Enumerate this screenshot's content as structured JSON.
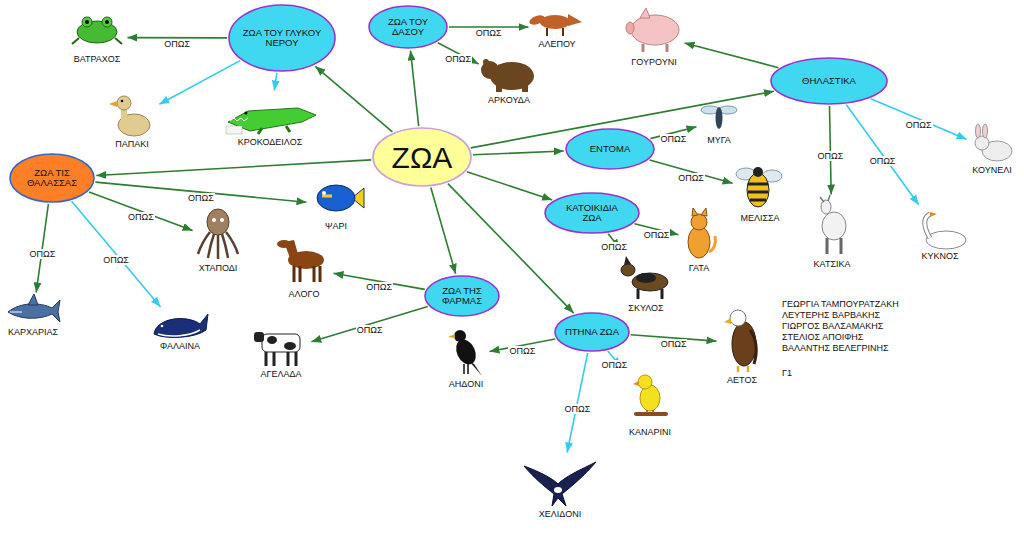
{
  "diagram": {
    "nodes": [
      {
        "text": [
          "ΖΩΑ ΤΟΥ ΓΛΥΚΟΥ ΝΕΡΟΥ"
        ]
      },
      {
        "text": [
          "ΖΩΑ ΤΟΥ ΔΑΣΟΥ"
        ]
      },
      {
        "text": [
          "ΑΛΕΠΟΥ"
        ]
      },
      {
        "text": [
          "ΓΟΥΡΟΥΝΙ"
        ]
      },
      {
        "text": [
          "ΒΑΤΡΑΧΟΣ"
        ]
      },
      {
        "text": [
          "ΘΗΛΑΣΤΙΚΑ"
        ]
      },
      {
        "text": [
          "ΑΡΚΟΥΔΑ"
        ]
      },
      {
        "text": [
          "ΠΑΠΑΚΙ"
        ]
      },
      {
        "text": [
          "ΚΡΟΚΟΔΕΙΛΟΣ"
        ]
      },
      {
        "text": [
          "ΜΥΓΑ"
        ]
      },
      {
        "text": [
          "ΚΟΥΝΕΛΙ"
        ]
      },
      {
        "text": [
          "ΕΝΤΟΜΑ"
        ]
      },
      {
        "text": [
          "ΖΩΑ"
        ]
      },
      {
        "text": [
          "ΖΩΑ ΤΙΣ ΘΑΛΑΣΣΑΣ"
        ]
      },
      {
        "text": [
          "ΨΑΡΙ"
        ]
      },
      {
        "text": [
          "ΚΑΤΟΙΚΙΔΙΑ ΖΩΑ"
        ]
      },
      {
        "text": [
          "ΜΕΛΙΣΣΑ"
        ]
      },
      {
        "text": [
          "ΧΤΑΠΟΔΙ"
        ]
      },
      {
        "text": [
          "ΑΛΟΓΟ"
        ]
      },
      {
        "text": [
          "ΓΑΤΑ"
        ]
      },
      {
        "text": [
          "ΚΑΤΣΙΚΑ"
        ]
      },
      {
        "text": [
          "ΚΥΚΝΟΣ"
        ]
      },
      {
        "text": [
          "ΖΩΑ ΤΗΣ ΦΑΡΜΑΣ"
        ]
      },
      {
        "text": [
          "ΣΚΥΛΟΣ"
        ]
      },
      {
        "text": [
          "ΚΑΡΧΑΡΙΑΣ"
        ]
      },
      {
        "text": [
          "ΠΤΗΝΑ ΖΩΑ"
        ]
      },
      {
        "text": [
          "ΦΑΛΑΙΝΑ"
        ]
      },
      {
        "text": [
          "ΑΕΤΟΣ"
        ]
      },
      {
        "text": [
          "ΑΓΕΛΑΔΑ"
        ]
      },
      {
        "text": [
          "ΑΗΔΟΝΙ"
        ]
      },
      {
        "text": [
          "ΚΑΝΑΡΙΝΙ"
        ]
      },
      {
        "text": [
          "ΧΕΛΙΔΟΝΙ"
        ]
      }
    ],
    "edges": [
      {
        "from": 12,
        "to": 0,
        "arrow": "to"
      },
      {
        "from": 12,
        "to": 1,
        "arrow": "to"
      },
      {
        "from": 12,
        "to": 5,
        "arrow": "to"
      },
      {
        "from": 12,
        "to": 11,
        "arrow": "to"
      },
      {
        "from": 12,
        "to": 13,
        "arrow": "to"
      },
      {
        "from": 12,
        "to": 15,
        "arrow": "to"
      },
      {
        "from": 12,
        "to": 22,
        "arrow": "to"
      },
      {
        "from": 12,
        "to": 25,
        "arrow": "to"
      },
      {
        "from": 0,
        "to": 4,
        "label": "ΟΠΩΣ",
        "arrow": "to"
      },
      {
        "from": 0,
        "to": 7,
        "arrow": "to"
      },
      {
        "from": 0,
        "to": 8,
        "arrow": "to"
      },
      {
        "from": 1,
        "to": 2,
        "label": "ΟΠΩΣ",
        "arrow": "to"
      },
      {
        "from": 1,
        "to": 6,
        "label": "ΟΠΩΣ",
        "arrow": "to"
      },
      {
        "from": 5,
        "to": 3,
        "arrow": "to"
      },
      {
        "from": 5,
        "to": 20,
        "label": "ΟΠΩΣ",
        "arrow": "to"
      },
      {
        "from": 5,
        "to": 21,
        "label": "ΟΠΩΣ",
        "arrow": "to"
      },
      {
        "from": 5,
        "to": 10,
        "label": "ΟΠΩΣ",
        "arrow": "to"
      },
      {
        "from": 11,
        "to": 9,
        "label": "ΟΠΩΣ",
        "arrow": "to"
      },
      {
        "from": 11,
        "to": 16,
        "label": "ΟΠΩΣ",
        "arrow": "to"
      },
      {
        "from": 13,
        "to": 14,
        "label": "ΟΠΩΣ",
        "arrow": "to"
      },
      {
        "from": 13,
        "to": 17,
        "label": "ΟΠΩΣ",
        "arrow": "to"
      },
      {
        "from": 13,
        "to": 24,
        "label": "ΟΠΩΣ",
        "arrow": "to"
      },
      {
        "from": 13,
        "to": 26,
        "label": "ΟΠΩΣ",
        "arrow": "to"
      },
      {
        "from": 15,
        "to": 19,
        "label": "ΟΠΩΣ",
        "arrow": "to"
      },
      {
        "from": 15,
        "to": 23,
        "label": "ΟΠΩΣ",
        "arrow": "to"
      },
      {
        "from": 22,
        "to": 18,
        "label": "ΟΠΩΣ",
        "arrow": "to"
      },
      {
        "from": 22,
        "to": 28,
        "label": "ΟΠΩΣ",
        "arrow": "to"
      },
      {
        "from": 25,
        "to": 29,
        "label": "ΟΠΩΣ",
        "arrow": "to"
      },
      {
        "from": 25,
        "to": 27,
        "label": "ΟΠΩΣ",
        "arrow": "to"
      },
      {
        "from": 25,
        "to": 30,
        "label": "ΟΠΩΣ",
        "arrow": "to"
      },
      {
        "from": 25,
        "to": 31,
        "label": "ΟΠΩΣ",
        "arrow": "to"
      }
    ],
    "labels": [
      "ΓΕΩΡΓΙΑ ΤΑΜΠΟΥΡΑΤΖΑΚΗ",
      "ΛΕΥΤΕΡΗΣ ΒΑΡΒΑΚΗΣ",
      "ΓΙΩΡΓΟΣ ΒΑΛΣΑΜΑΚΗΣ",
      "ΣΤΕΛΙΟΣ ΑΠΟΙΦΗΣ",
      "ΒΑΛΑΝΤΗΣ ΒΕΛΕΓΡΙΝΗΣ",
      "Γ1"
    ]
  }
}
